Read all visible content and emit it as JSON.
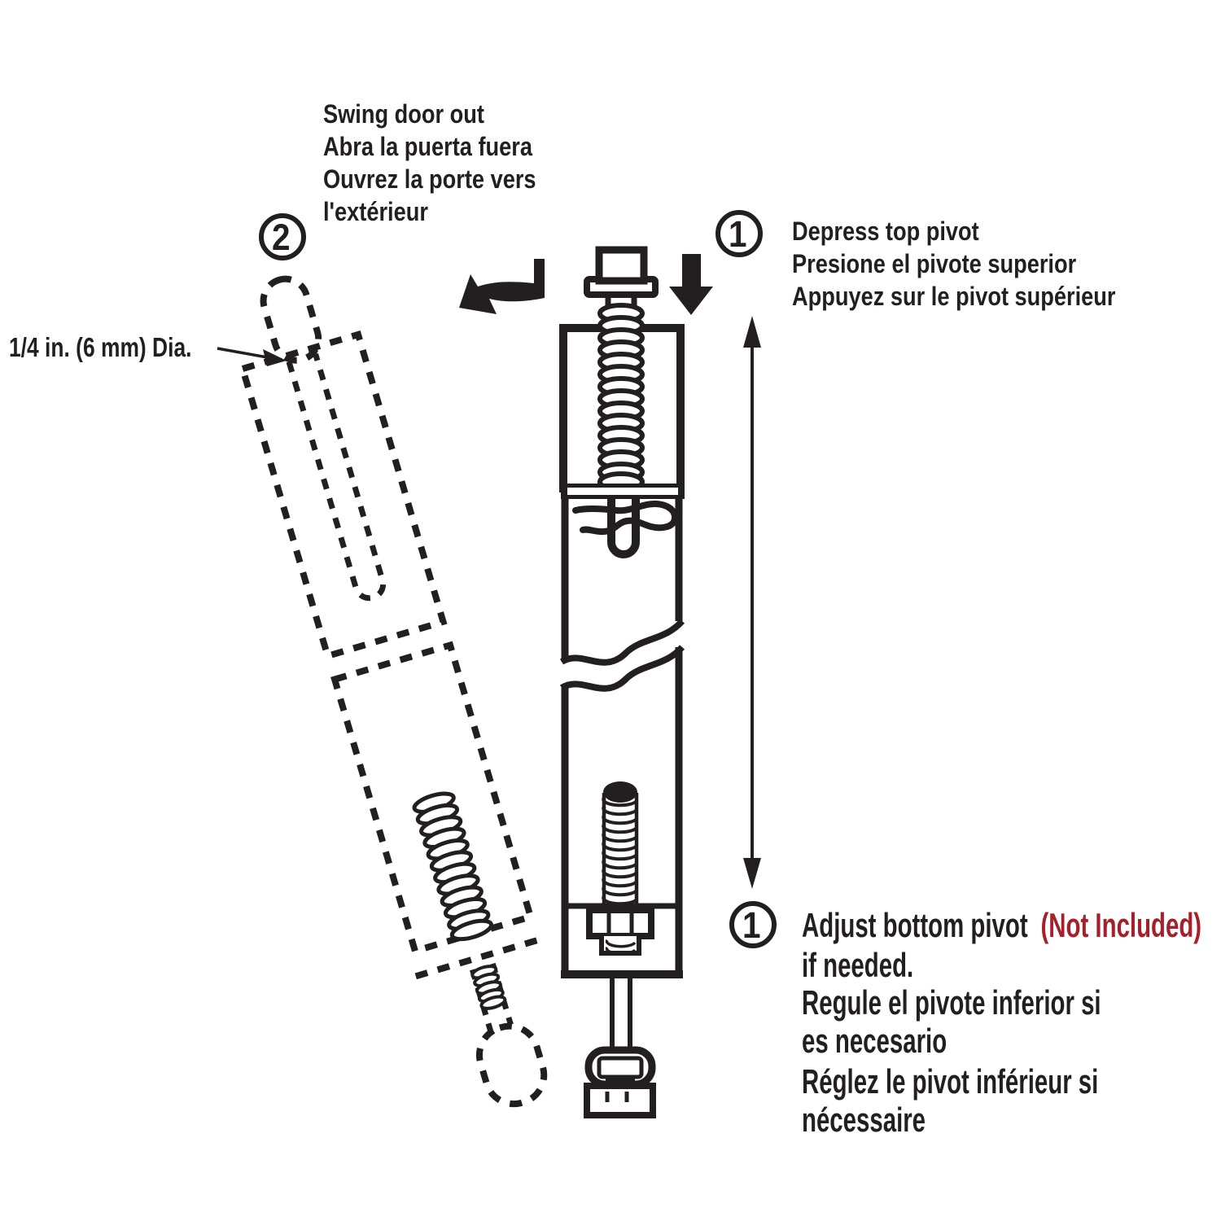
{
  "colors": {
    "ink": "#231f20",
    "accent_red": "#a6202c",
    "background": "#ffffff"
  },
  "steps": {
    "swing": {
      "badge": "2",
      "lines": [
        "Swing door out",
        "Abra la puerta fuera",
        "Ouvrez la porte vers",
        "l'extérieur"
      ]
    },
    "depress": {
      "badge": "1",
      "lines": [
        "Depress top pivot",
        "Presione el pivote superior",
        "Appuyez sur le pivot supérieur"
      ]
    },
    "adjust": {
      "badge": "1",
      "line1": "Adjust bottom pivot",
      "line1_red": "(Not Included)",
      "line2": "if needed.",
      "es": [
        "Regule el pivote inferior si",
        "es necesario"
      ],
      "fr": [
        "Réglez le pivot inférieur si",
        "nécessaire"
      ]
    }
  },
  "callouts": {
    "diameter": "1/4 in. (6 mm) Dia."
  },
  "icons": {
    "down-arrow-icon": "filled solid downward arrow",
    "swing-arrow-icon": "thick curved arrow pointing left (door swing)",
    "height-range-arrow-icon": "thin vertical double-headed arrow",
    "diameter-pointer-icon": "thin arrow pointing to pivot pin"
  }
}
